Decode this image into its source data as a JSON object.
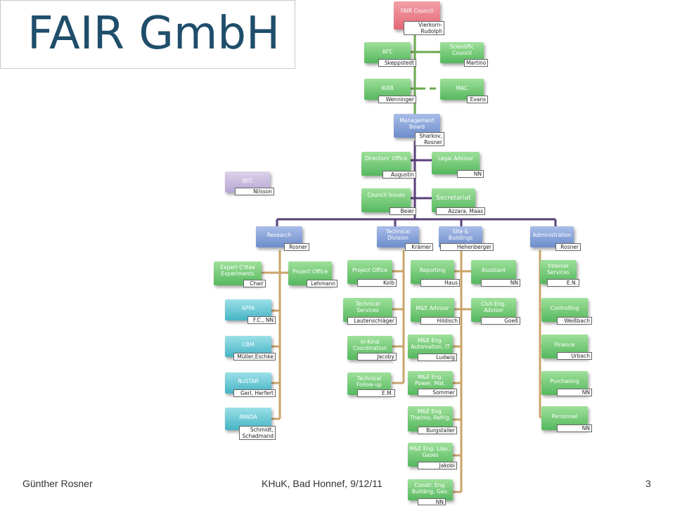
{
  "title": "FAIR GmbH",
  "footer": {
    "author": "Günther Rosner",
    "event": "KHuK, Bad Honnef, 9/12/11",
    "page": "3"
  },
  "colors": {
    "council": "#e26874",
    "committee": "#55b85e",
    "board": "#6d8dcc",
    "experiment": "#45b4c4",
    "bfc": "#b7a6d4",
    "trunk_green": "#6aa84f",
    "trunk_purple": "#5b3f7a",
    "branch_brown": "#c9a46a"
  },
  "nodes": {
    "fair_council": {
      "label": "FAIR Council",
      "person": "Vierkorn-Rudolph"
    },
    "afc": {
      "label": "AFC",
      "person": "Skeppstedt"
    },
    "scientific_council": {
      "label": "Scientific Council",
      "person": "Martino"
    },
    "ikrb": {
      "label": "IKRB",
      "person": "Wenninger"
    },
    "mac": {
      "label": "MAC",
      "person": "Evans"
    },
    "management_board": {
      "label": "Management Board",
      "person": "Sharkov, Rosner"
    },
    "directors_office": {
      "label": "Directors' Office",
      "person": "Augustin"
    },
    "legal_advisor": {
      "label": "Legal Advisor",
      "person": "NN"
    },
    "council_issues": {
      "label": "Council Issues",
      "person": "Beier"
    },
    "secretariat": {
      "label": "Secretariat",
      "person": "Azzara, Maas"
    },
    "bfc": {
      "label": "BFC",
      "person": "Nilsson"
    },
    "research": {
      "label": "Research",
      "person": "Rosner"
    },
    "technical_division": {
      "label": "Technical Division",
      "person": "Krämer"
    },
    "site_buildings": {
      "label": "Site & Buildings",
      "person": "Hehenberger"
    },
    "administration": {
      "label": "Administration",
      "person": "Rosner"
    },
    "expert_cttee": {
      "label": "Expert C'ttee Experiments",
      "person": "Chair"
    },
    "project_office_r": {
      "label": "Project Office",
      "person": "Lehmann"
    },
    "appa": {
      "label": "APPA",
      "person": "F.C., NN"
    },
    "cbm": {
      "label": "CBM",
      "person": "Müller,Eschke"
    },
    "nustar": {
      "label": "NuSTAR",
      "person": "Gerl, Herfert"
    },
    "panda": {
      "label": "PANDA",
      "person": "Schmidt, Schadmand"
    },
    "project_office_t": {
      "label": "Project Office",
      "person": "Kolb"
    },
    "technical_services": {
      "label": "Technical Services",
      "person": "Lautenschläger"
    },
    "in_kind": {
      "label": "In-Kind Coordination",
      "person": "Jacoby"
    },
    "technical_followup": {
      "label": "Technical Follow-up",
      "person": "E.M."
    },
    "reporting": {
      "label": "Reporting",
      "person": "Haus"
    },
    "assistant": {
      "label": "Assistant",
      "person": "NN"
    },
    "me_advisor": {
      "label": "M&E Advisor",
      "person": "Hildisch"
    },
    "civil_eng_advisor": {
      "label": "Civil Eng. Advisor",
      "person": "Goeß"
    },
    "me_automation": {
      "label": "M&E Eng. Automation, IT",
      "person": "Ludwig"
    },
    "me_power": {
      "label": "M&E Eng. Power, Mat.",
      "person": "Sommer"
    },
    "me_thermo": {
      "label": "M&E Eng. Thermo, Refrig.",
      "person": "Burgstaller"
    },
    "me_liqu": {
      "label": "M&E Eng. Liqu., Gases",
      "person": "Jakobi"
    },
    "constr_eng": {
      "label": "Constr. Eng. Building, Geo.",
      "person": "NN"
    },
    "internal_services": {
      "label": "Internal Services",
      "person": "E.N."
    },
    "controlling": {
      "label": "Controlling",
      "person": "Weißbach"
    },
    "finance": {
      "label": "Finance",
      "person": "Urbach"
    },
    "purchasing": {
      "label": "Purchasing",
      "person": "NN"
    },
    "personnel": {
      "label": "Personnel",
      "person": "NN"
    }
  }
}
